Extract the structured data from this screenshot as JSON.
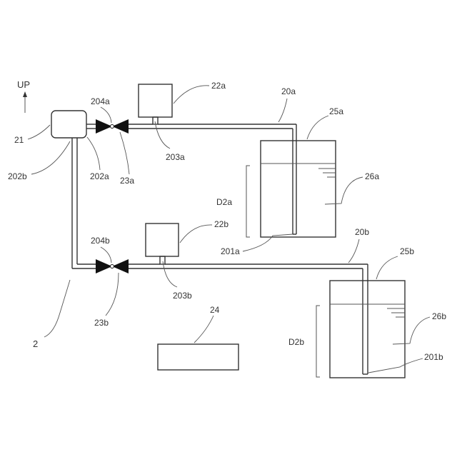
{
  "figure": {
    "direction_label": "UP",
    "labels": {
      "system": "2",
      "controller": "21",
      "pump_a": "22a",
      "pump_b": "22b",
      "valve_a": "23a",
      "valve_b": "23b",
      "unit_24": "24",
      "container_a": "25a",
      "container_b": "25b",
      "liquid_a": "26a",
      "liquid_b": "26b",
      "line_a": "20a",
      "line_b": "20b",
      "tip_a": "201a",
      "tip_b": "201b",
      "line_202a": "202a",
      "line_202b": "202b",
      "branch_a": "203a",
      "branch_b": "203b",
      "valve_port_a": "204a",
      "valve_port_b": "204b",
      "depth_a": "D2a",
      "depth_b": "D2b"
    }
  }
}
